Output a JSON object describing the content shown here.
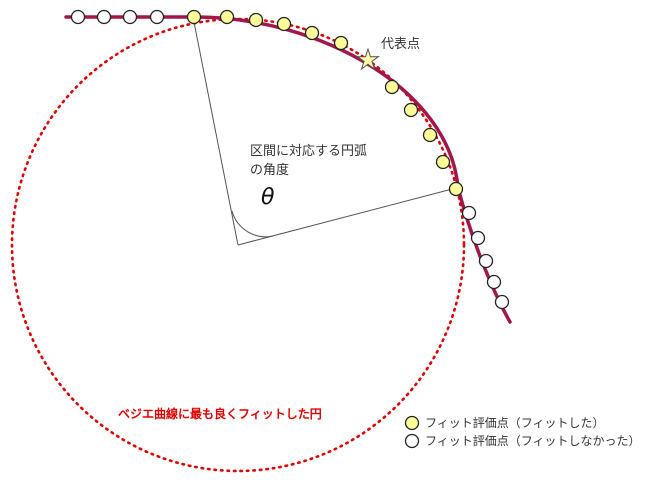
{
  "labels": {
    "representative_point": "代表点",
    "arc_angle_line1": "区間に対応する円弧",
    "arc_angle_line2": "の角度",
    "theta": "θ",
    "best_fit_circle": "ベジエ曲線に最も良くフィットした円"
  },
  "legend": {
    "fitted": "フィット評価点（フィットした）",
    "not_fitted": "フィット評価点（フィットしなかった）"
  },
  "colors": {
    "curve": "#a3164a",
    "circle": "#e10000",
    "fitted_fill": "#ffff99",
    "outline": "#222222",
    "radius_line": "#555555",
    "star_fill": "#ffffaa"
  }
}
